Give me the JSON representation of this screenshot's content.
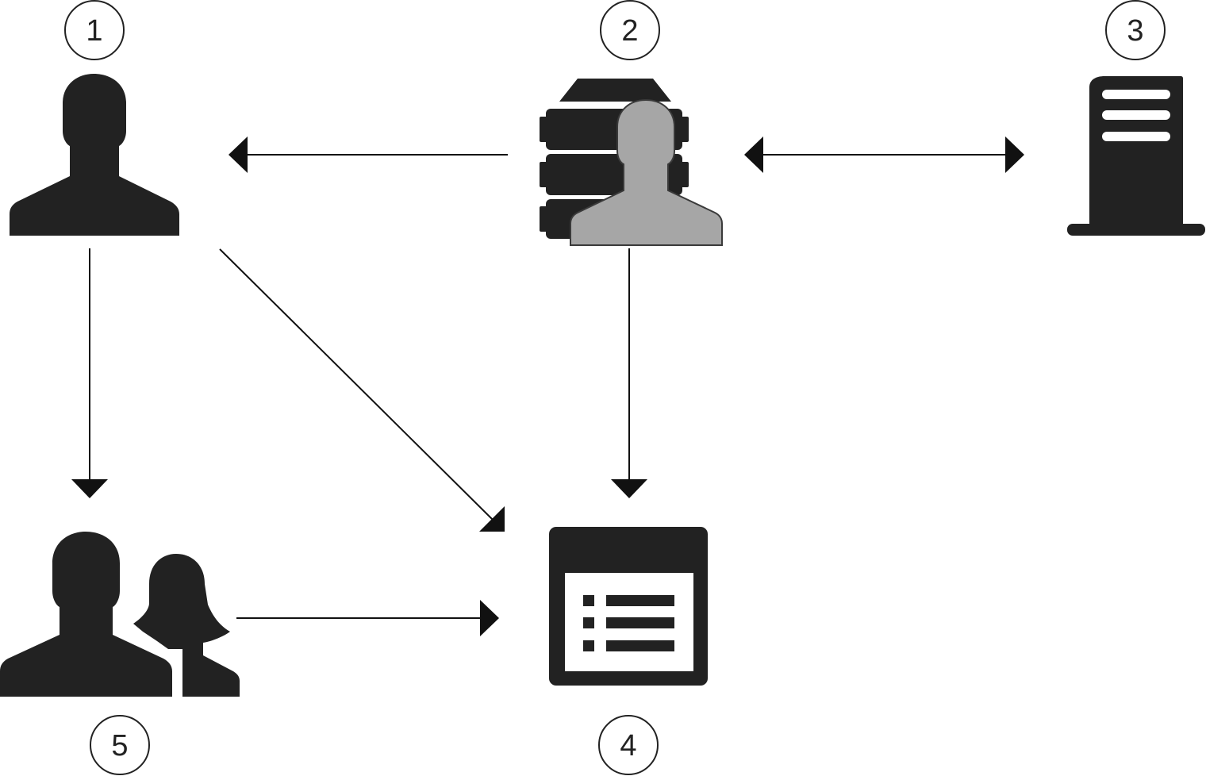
{
  "colors": {
    "icon": "#222222",
    "accent_person": "#a6a6a6",
    "line": "#111111",
    "background": "#ffffff"
  },
  "nodes": [
    {
      "id": "1",
      "label": "1",
      "icon": "user-icon"
    },
    {
      "id": "2",
      "label": "2",
      "icon": "server-user-icon"
    },
    {
      "id": "3",
      "label": "3",
      "icon": "server-tower-icon"
    },
    {
      "id": "4",
      "label": "4",
      "icon": "list-window-icon"
    },
    {
      "id": "5",
      "label": "5",
      "icon": "user-group-icon"
    }
  ],
  "edges": [
    {
      "from": "2",
      "to": "1"
    },
    {
      "from": "2",
      "to": "3",
      "bidirectional": true
    },
    {
      "from": "1",
      "to": "5"
    },
    {
      "from": "1",
      "to": "4"
    },
    {
      "from": "2",
      "to": "4"
    },
    {
      "from": "5",
      "to": "4"
    }
  ]
}
